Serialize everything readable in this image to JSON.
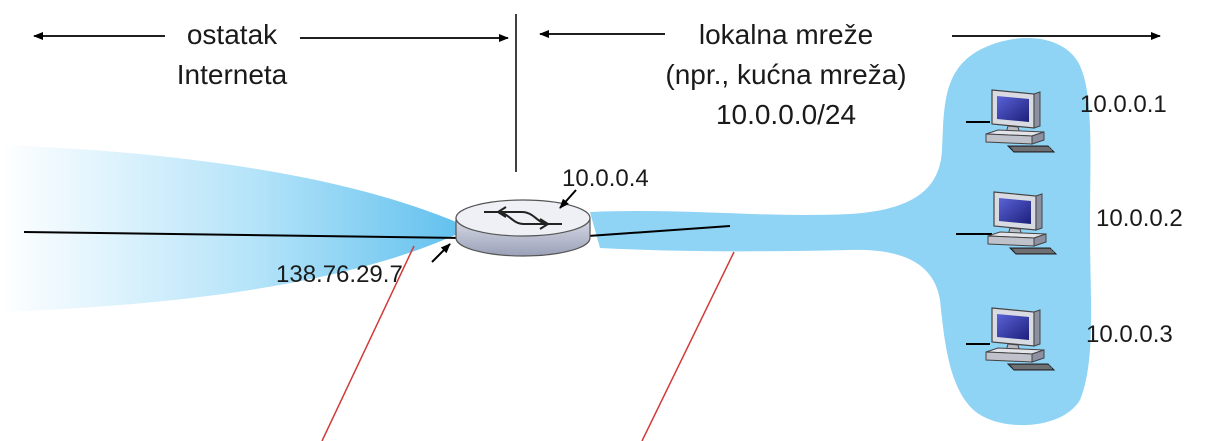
{
  "labels": {
    "rest_line1": "ostatak",
    "rest_line2": "Interneta",
    "lan_line1": "lokalna mreže",
    "lan_line2": "(npr., kućna mreža)",
    "lan_line3": "10.0.0.0/24"
  },
  "router": {
    "lan_ip": "10.0.0.4",
    "wan_ip": "138.76.29.7"
  },
  "hosts": [
    {
      "ip": "10.0.0.1"
    },
    {
      "ip": "10.0.0.2"
    },
    {
      "ip": "10.0.0.3"
    }
  ],
  "colors": {
    "network_fill": "#8fd3f5",
    "internet_fill": "#7cc9ef",
    "line": "#000000",
    "red_line": "#d23a3a",
    "router_top": "#eef0f5",
    "router_side": "#b5b9cc",
    "monitor_screen": "#2b2f9c"
  }
}
